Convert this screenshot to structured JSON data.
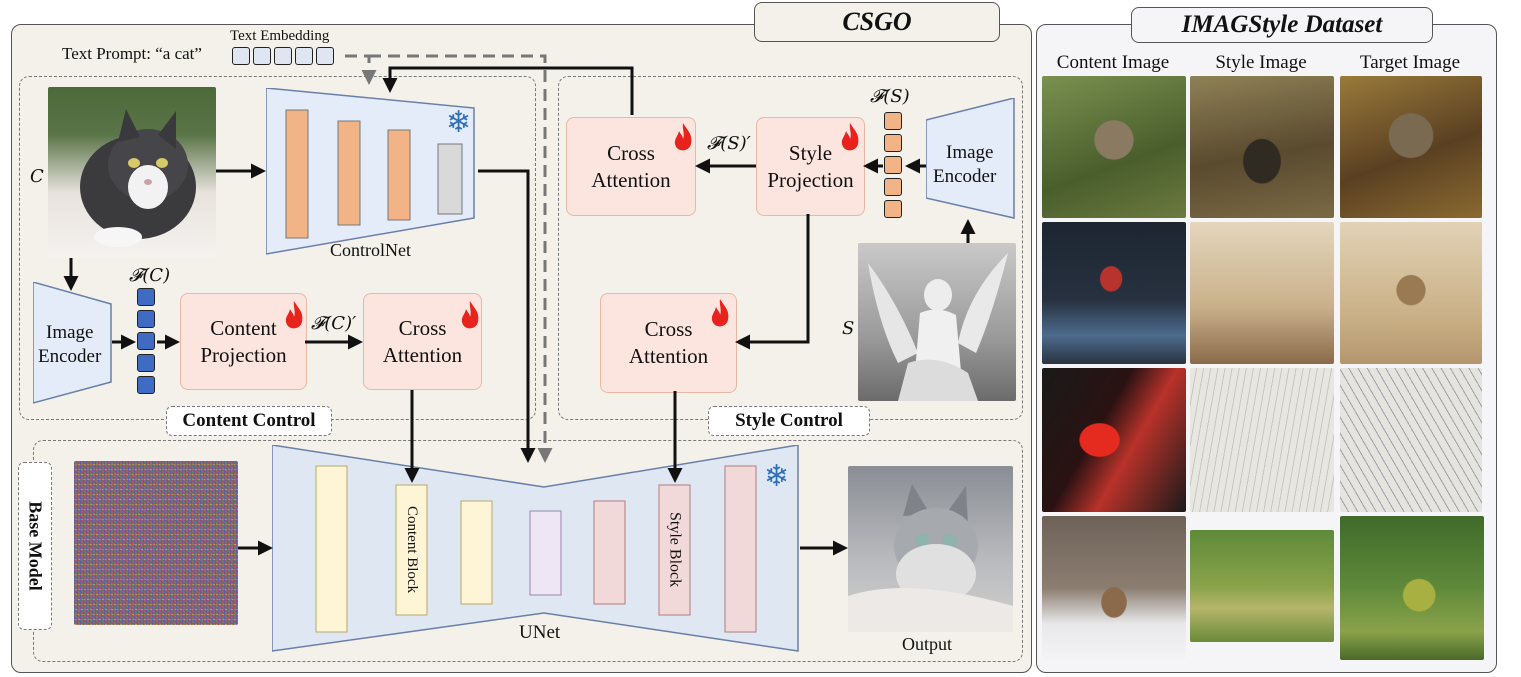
{
  "main_title": "CSGO",
  "dataset_title": "IMAGStyle Dataset",
  "text_prompt": "Text Prompt: “a cat”",
  "text_embedding": "Text Embedding",
  "controlnet_label": "ControlNet",
  "unet_label": "UNet",
  "output_label": "Output",
  "content_control_label": "Content  Control",
  "style_control_label": "Style Control",
  "base_model_label": "Base Model",
  "content_image_symbol": "C",
  "style_image_symbol": "S",
  "content_feature": "𝓕(C)",
  "content_feature_proj": "𝓕(C)′",
  "style_feature": "𝓕(S)",
  "style_feature_proj": "𝓕(S)′",
  "content_branch": {
    "image_encoder_line1": "Image",
    "image_encoder_line2": "Encoder",
    "projection_line1": "Content",
    "projection_line2": "Projection",
    "cross_attention_line1": "Cross",
    "cross_attention_line2": "Attention"
  },
  "style_branch": {
    "image_encoder_line1": "Image",
    "image_encoder_line2": "Encoder",
    "projection_line1": "Style",
    "projection_line2": "Projection",
    "cross_attention_top_line1": "Cross",
    "cross_attention_top_line2": "Attention",
    "cross_attention_bottom_line1": "Cross",
    "cross_attention_bottom_line2": "Attention"
  },
  "unet_blocks": {
    "content_block": "Content Block",
    "style_block": "Style Block"
  },
  "dataset_columns": [
    "Content Image",
    "Style Image",
    "Target Image"
  ],
  "colors": {
    "panel_bg": "#f3f1ea",
    "projection_fill": "#fbe5de",
    "encoder_fill": "#e3ecf8",
    "feature_blue": "#3f6cc2",
    "feature_orange": "#f2b487",
    "fire": "#e8231d",
    "snow": "#2f6fb6"
  },
  "icons": [
    "fire-icon",
    "snowflake-icon"
  ]
}
